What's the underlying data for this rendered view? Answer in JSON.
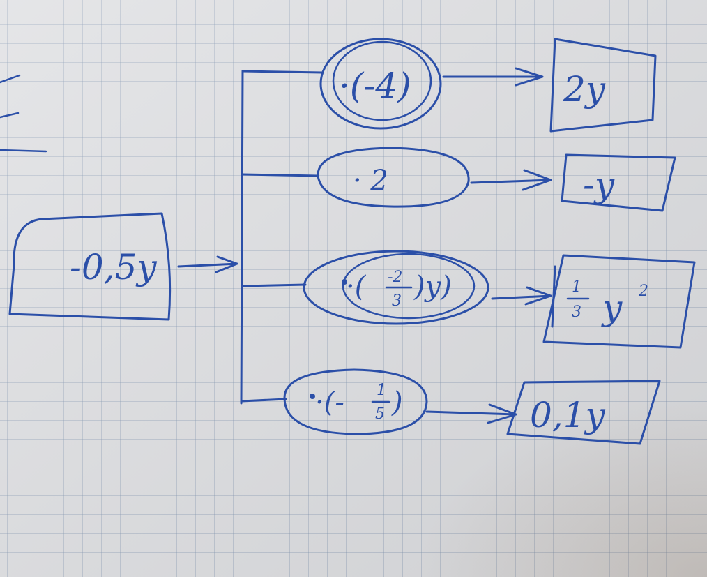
{
  "source": {
    "text": "-0,5y"
  },
  "branches": [
    {
      "multiplier": "·(-4)",
      "result": "2y"
    },
    {
      "multiplier": "· 2",
      "result": "-y"
    },
    {
      "multiplier_prefix": "·(",
      "fraction_num": "-2",
      "fraction_den": "3",
      "multiplier_suffix": ")y)",
      "result_num": "1",
      "result_den": "3",
      "result_var": "y",
      "result_exp": "2"
    },
    {
      "multiplier_prefix": "·(-",
      "fraction_num": "1",
      "fraction_den": "5",
      "multiplier_suffix": ")",
      "result": "0,1y"
    }
  ],
  "colors": {
    "ink": "#2b4fa8",
    "grid": "#8c9bb4",
    "paper": "#dcdde0"
  }
}
